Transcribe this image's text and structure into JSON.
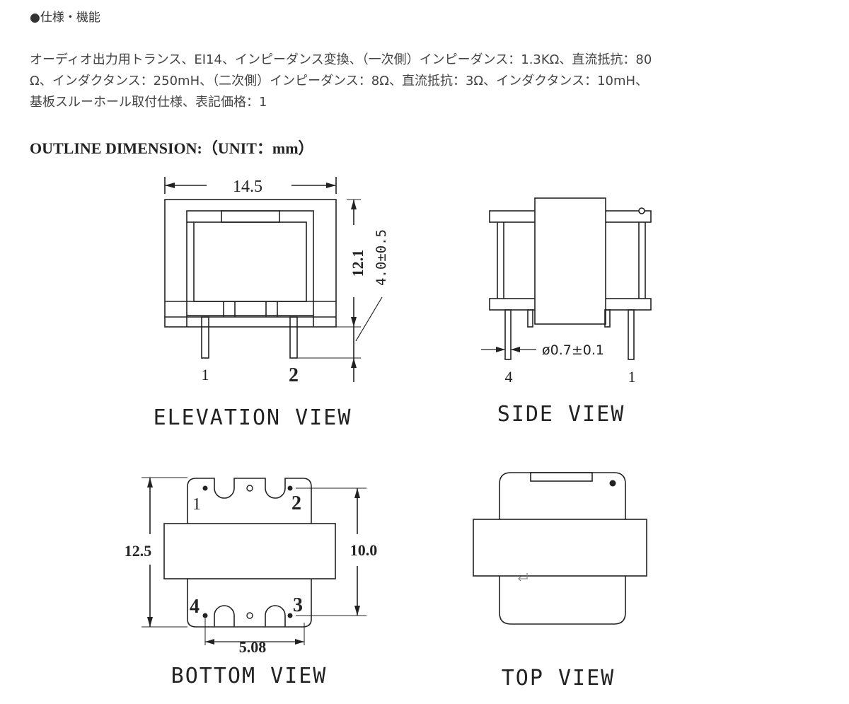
{
  "heading": "●仕様・機能",
  "description": [
    "オーディオ出力用トランス、EI14、インピーダンス変換、（一次側）インピーダンス：1.3KΩ、直流抵抗：80",
    "Ω、インダクタンス：250mH、（二次側）インピーダンス：8Ω、直流抵抗：3Ω、インダクタンス：10mH、",
    "基板スルーホール取付仕様、表記価格：1"
  ],
  "drawing": {
    "title": "OUTLINE DIMENSION:（UNIT：mm）",
    "elevation": {
      "label": "ELEVATION VIEW",
      "width_dim": "14.5",
      "height_dim": "12.1",
      "pin_dim": "4.0±0.5",
      "pin_left": "1",
      "pin_right": "2"
    },
    "side": {
      "label": "SIDE VIEW",
      "pin_dia": "ø0.7±0.1",
      "pin_left": "4",
      "pin_right": "1"
    },
    "bottom": {
      "label": "BOTTOM VIEW",
      "height_dim": "12.5",
      "pitch_dim": "10.0",
      "spacing_dim": "5.08",
      "pin1": "1",
      "pin2": "2",
      "pin3": "3",
      "pin4": "4"
    },
    "top": {
      "label": "TOP VIEW"
    }
  }
}
